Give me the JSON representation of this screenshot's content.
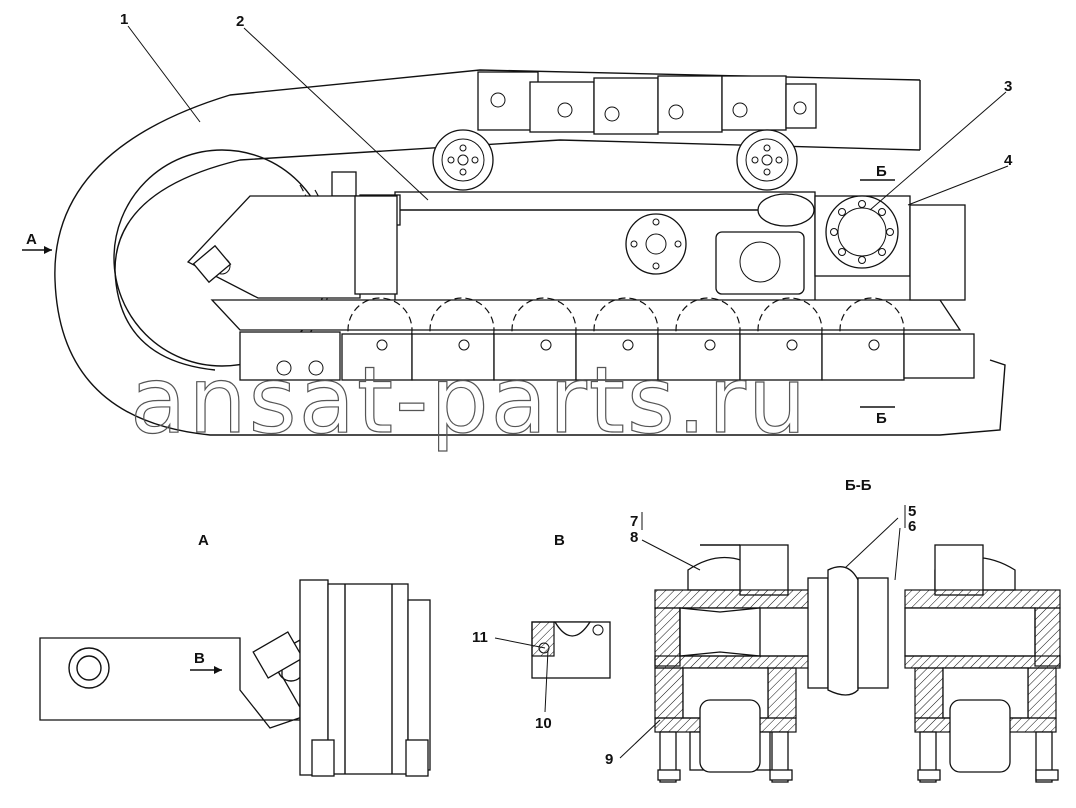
{
  "callouts": {
    "c1": "1",
    "c2": "2",
    "c3": "3",
    "c4": "4",
    "c5": "5",
    "c6": "6",
    "c7": "7",
    "c8": "8",
    "c9": "9",
    "c10": "10",
    "c11": "11"
  },
  "views": {
    "arrow_a": "A",
    "arrow_b_top": "Б",
    "arrow_b_bottom": "Б",
    "view_a_title": "A",
    "view_b_title": "B",
    "section_title": "Б-Б",
    "arrow_v": "B"
  },
  "watermark": "ansat-parts.ru"
}
